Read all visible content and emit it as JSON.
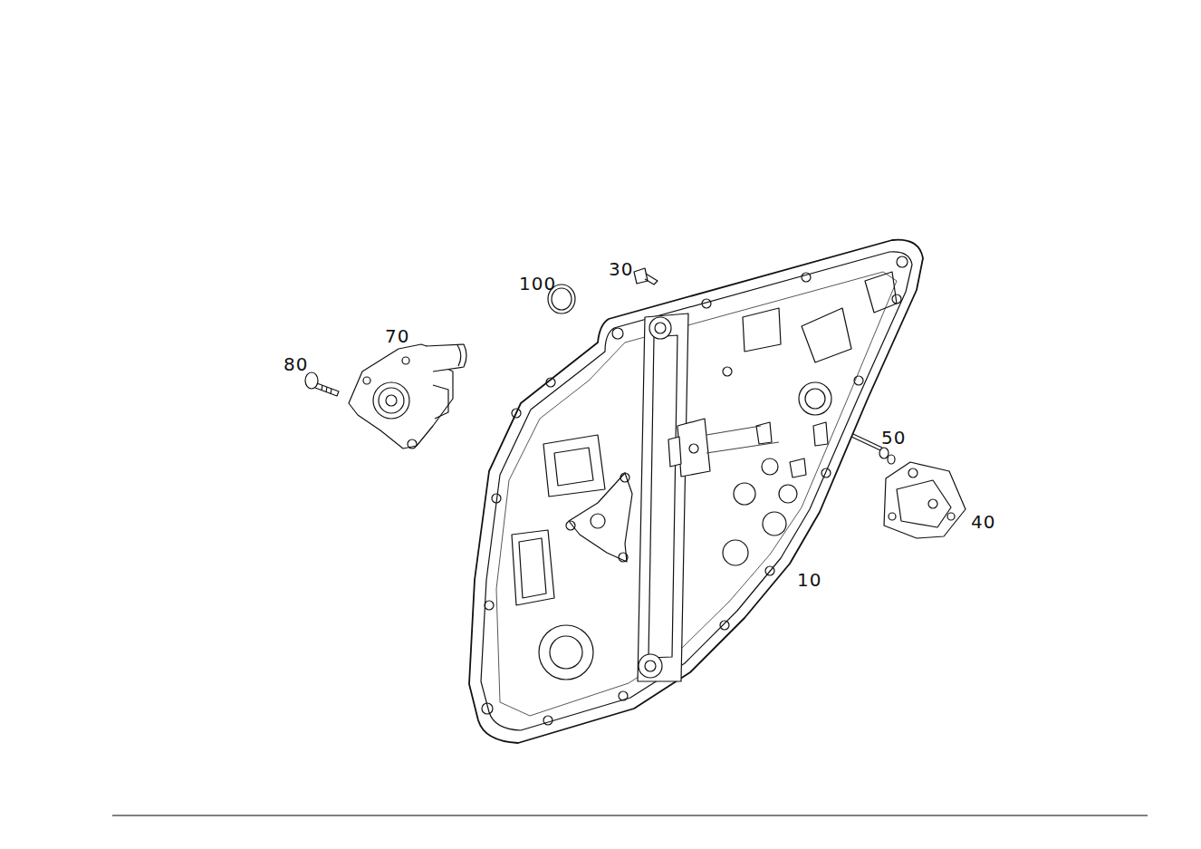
{
  "diagram": {
    "labels": [
      "100",
      "30",
      "70",
      "80",
      "50",
      "40",
      "10"
    ]
  }
}
